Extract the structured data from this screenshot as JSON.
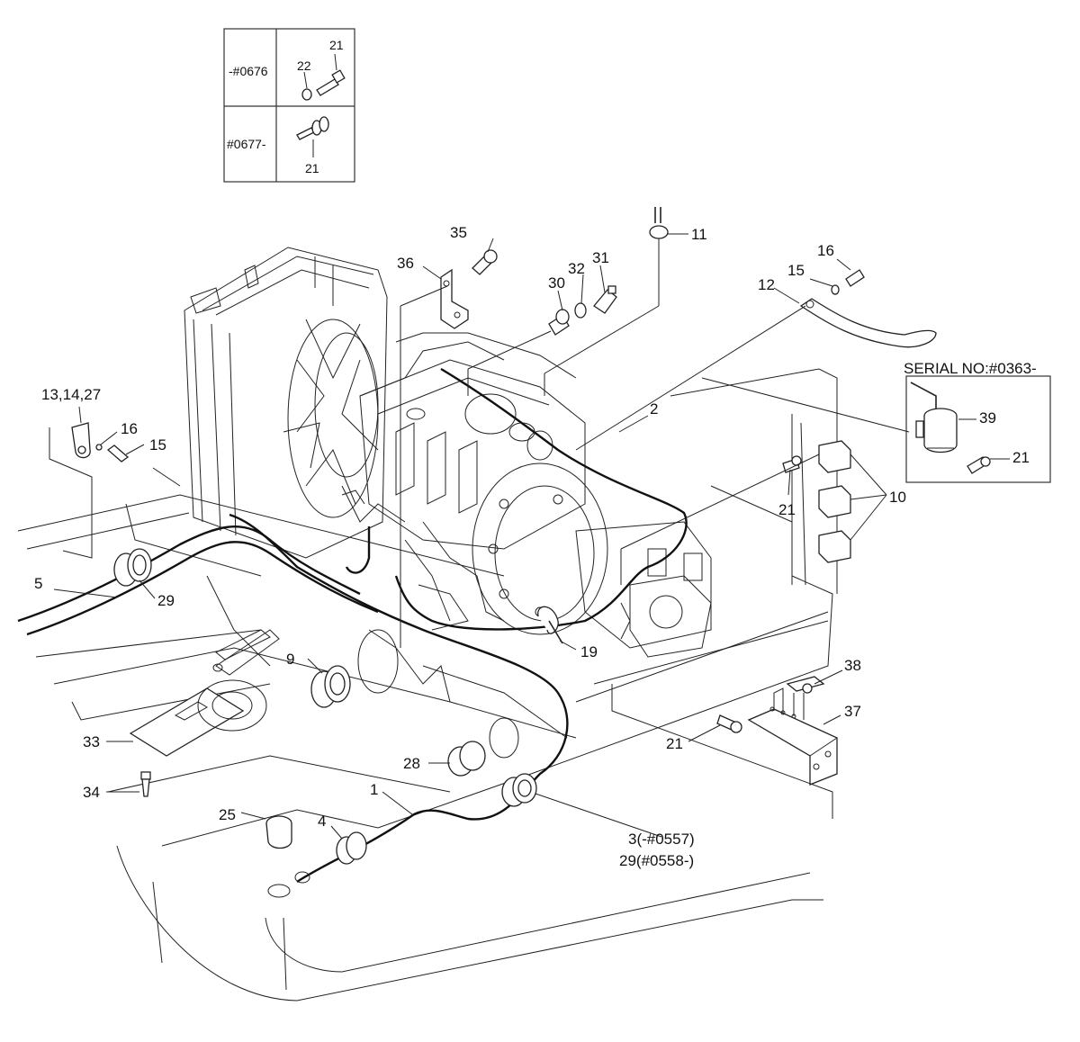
{
  "inset": {
    "row1_serial": "-#0676",
    "row1_labels": [
      "21",
      "22"
    ],
    "row2_serial": "#0677-",
    "row2_labels": [
      "21"
    ]
  },
  "serial_box": {
    "title": "SERIAL NO:#0363-",
    "labels": [
      "39",
      "21"
    ]
  },
  "callouts": [
    "1",
    "2",
    "3(-#0557)",
    "29(#0558-)",
    "4",
    "5",
    "9",
    "10",
    "11",
    "12",
    "13,14,27",
    "15",
    "16",
    "15",
    "16",
    "19",
    "21",
    "21",
    "25",
    "28",
    "29",
    "30",
    "31",
    "32",
    "33",
    "34",
    "35",
    "36",
    "37",
    "38"
  ]
}
